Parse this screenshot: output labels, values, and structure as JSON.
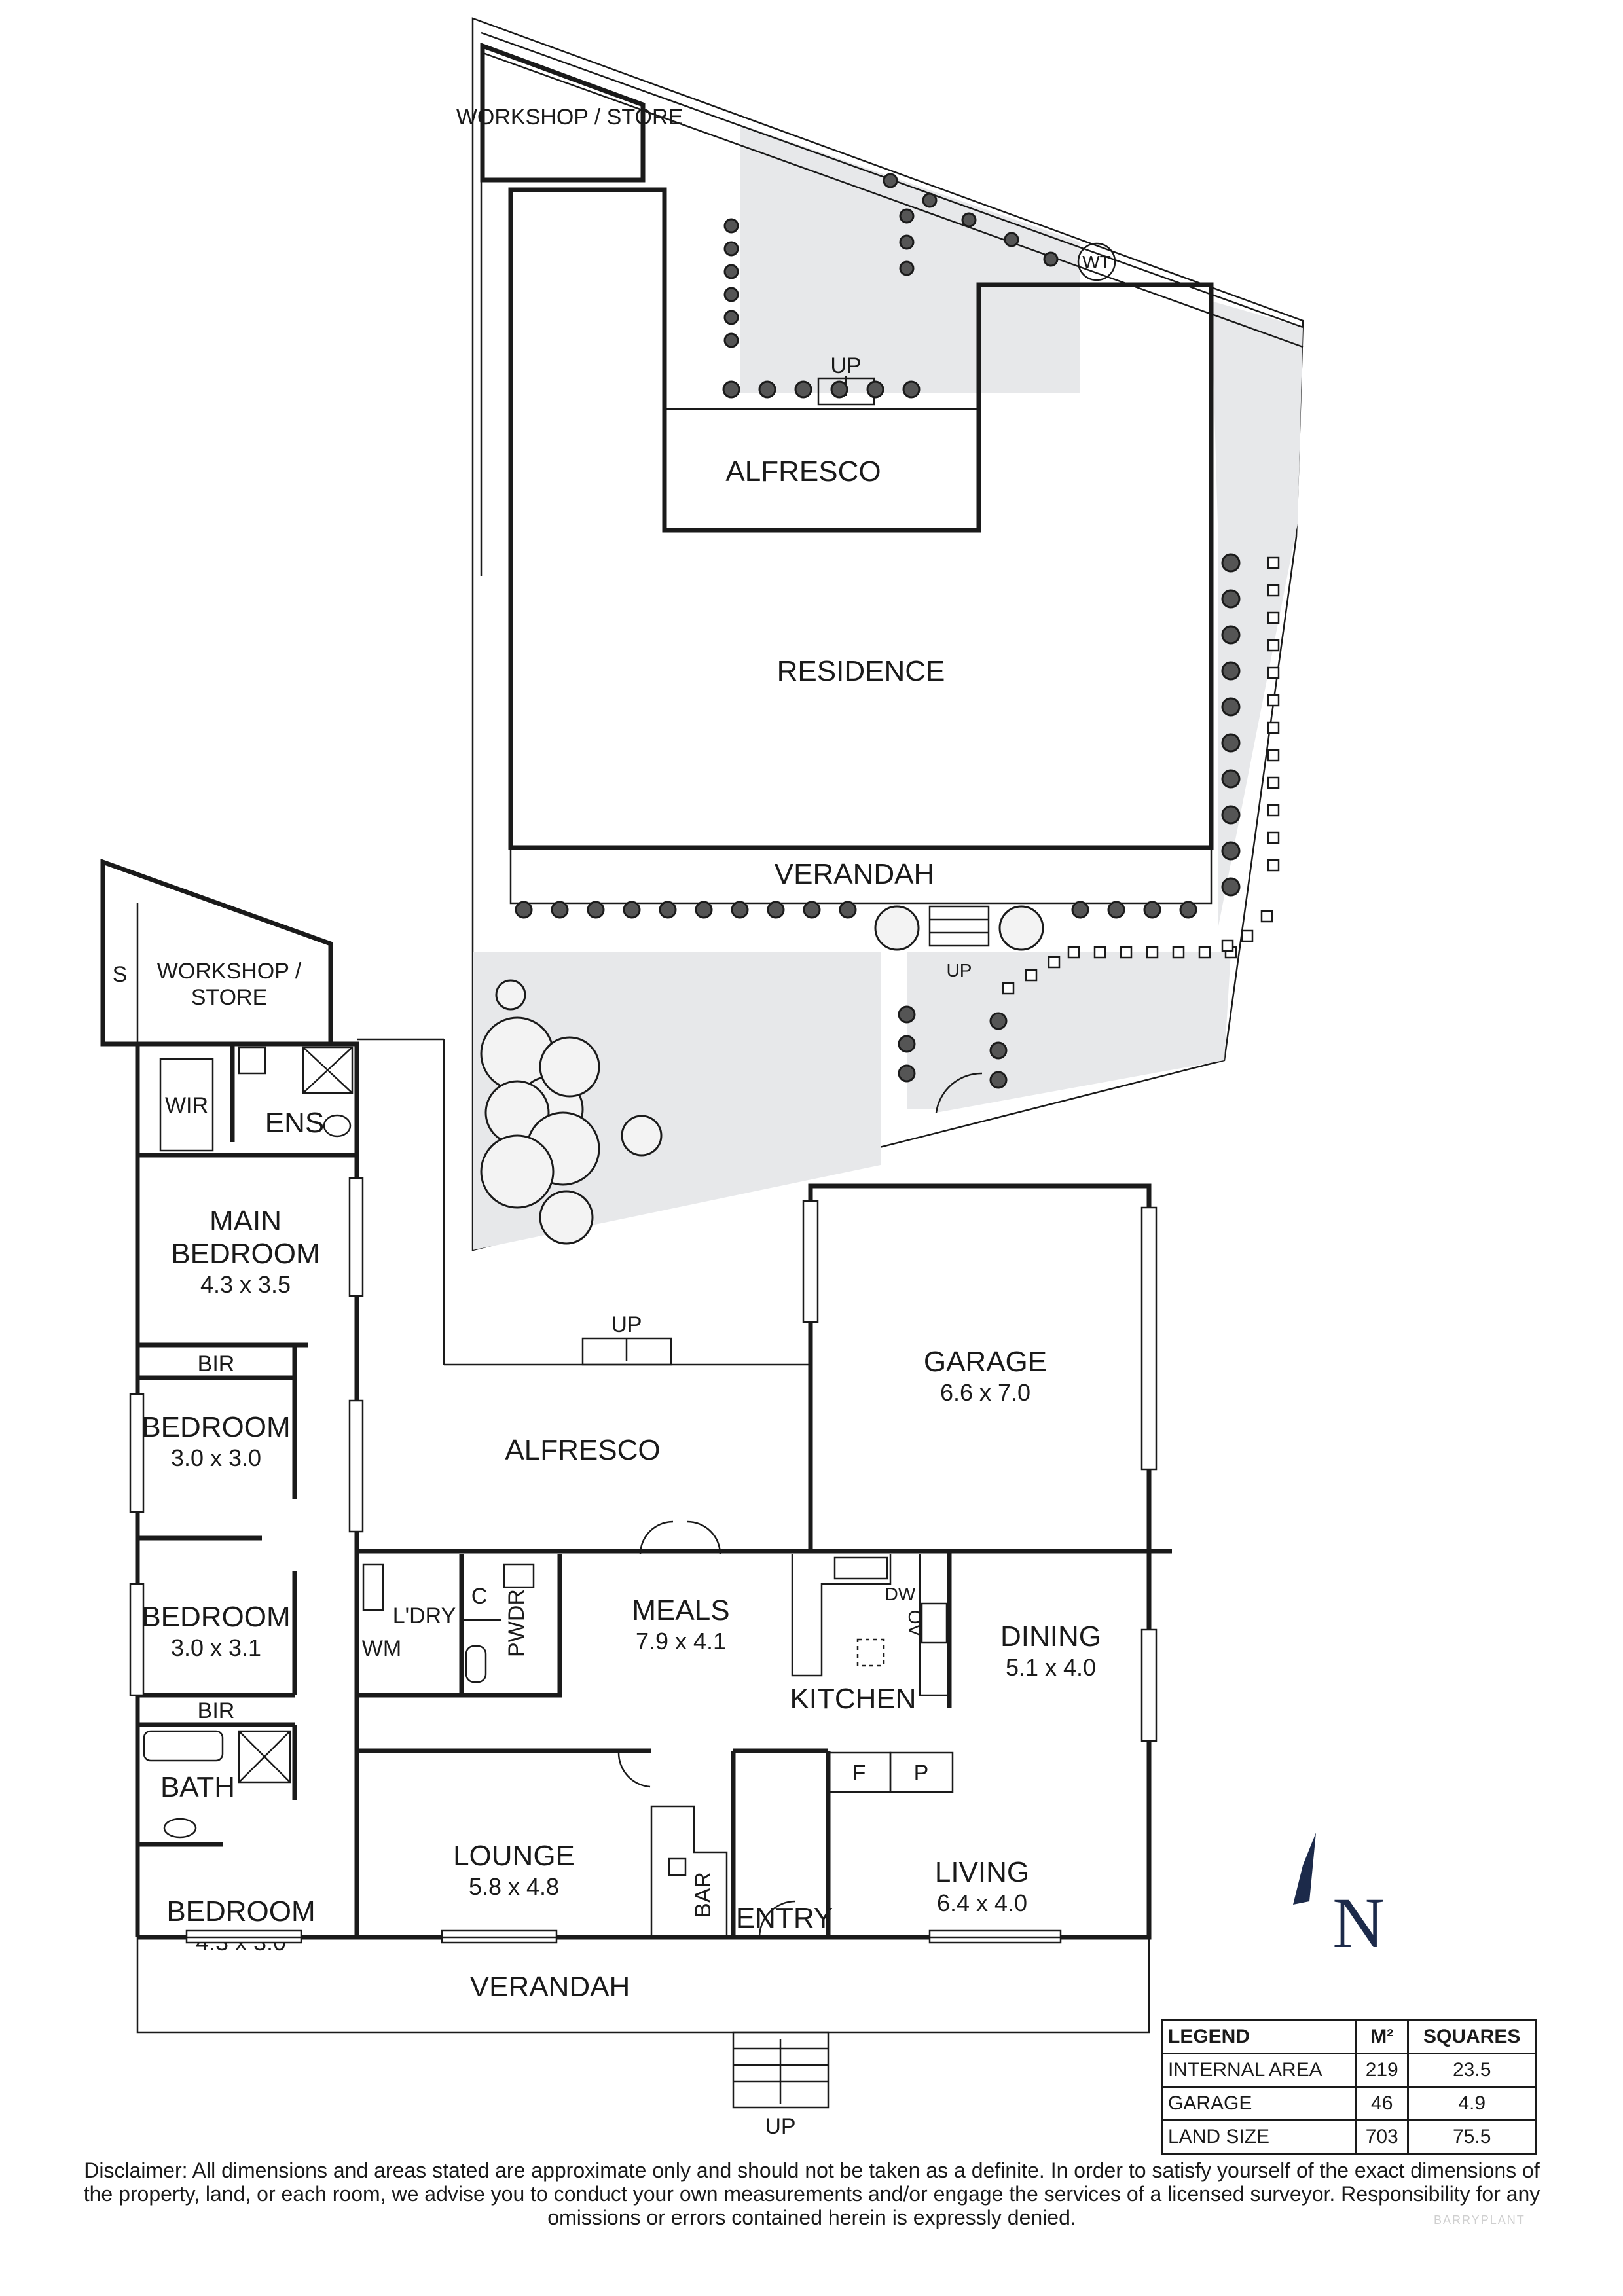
{
  "site_plan": {
    "workshop_store": "WORKSHOP / STORE",
    "wt": "WT",
    "up_rear": "UP",
    "alfresco": "ALFRESCO",
    "residence": "RESIDENCE",
    "verandah": "VERANDAH",
    "up_front": "UP"
  },
  "floor_plan": {
    "workshop_store_line1": "WORKSHOP /",
    "workshop_store_line2": "STORE",
    "s": "S",
    "wir": "WIR",
    "ens": "ENS",
    "main_bedroom_line1": "MAIN",
    "main_bedroom_line2": "BEDROOM",
    "main_bedroom_dim": "4.3 x 3.5",
    "bir_upper": "BIR",
    "bedroom2": "BEDROOM",
    "bedroom2_dim": "3.0 x 3.0",
    "bedroom3": "BEDROOM",
    "bedroom3_dim": "3.0 x 3.1",
    "bir_lower": "BIR",
    "bath": "BATH",
    "bedroom4": "BEDROOM",
    "bedroom4_dim": "4.3 x 3.0",
    "alfresco": "ALFRESCO",
    "up_alfresco": "UP",
    "garage": "GARAGE",
    "garage_dim": "6.6 x 7.0",
    "laundry": "L'DRY",
    "wm": "WM",
    "c": "C",
    "pwdr": "PWDR",
    "meals": "MEALS",
    "meals_dim": "7.9 x 4.1",
    "dw": "DW",
    "ov": "OV",
    "kitchen": "KITCHEN",
    "dining": "DINING",
    "dining_dim": "5.1 x 4.0",
    "f": "F",
    "p": "P",
    "lounge": "LOUNGE",
    "lounge_dim": "5.8 x 4.8",
    "bar": "BAR",
    "entry": "ENTRY",
    "living": "LIVING",
    "living_dim": "6.4 x 4.0",
    "verandah": "VERANDAH",
    "up_front": "UP"
  },
  "compass": {
    "label": "N"
  },
  "legend": {
    "headers": [
      "LEGEND",
      "M²",
      "SQUARES"
    ],
    "rows": [
      {
        "label": "INTERNAL AREA",
        "m2": "219",
        "squares": "23.5"
      },
      {
        "label": "GARAGE",
        "m2": "46",
        "squares": "4.9"
      },
      {
        "label": "LAND SIZE",
        "m2": "703",
        "squares": "75.5"
      }
    ]
  },
  "disclaimer": "Disclaimer: All dimensions and areas stated are approximate only and should not be taken as a definite. In order to satisfy yourself of the exact dimensions of the property, land, or each room, we advise you to conduct your own measurements and/or engage the services of a licensed surveyor. Responsibility for any omissions or errors contained herein is expressly denied.",
  "watermark": "BARRYPLANT"
}
